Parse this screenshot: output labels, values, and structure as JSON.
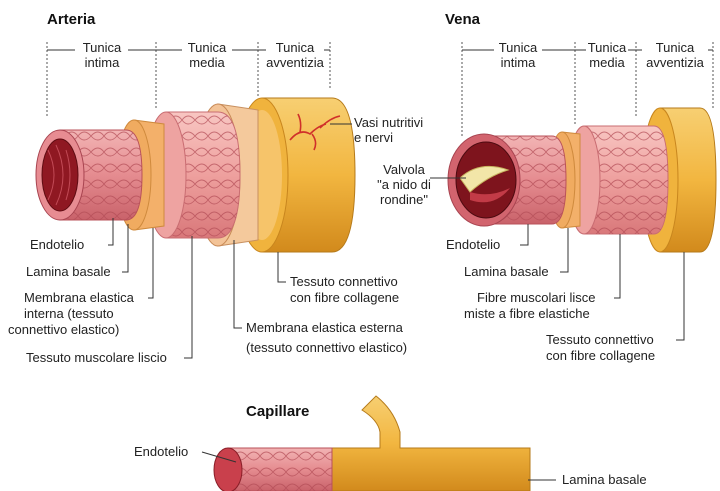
{
  "artery": {
    "title": "Arteria",
    "tunica": {
      "intima": [
        "Tunica",
        "intima"
      ],
      "media": [
        "Tunica",
        "media"
      ],
      "avventizia": [
        "Tunica",
        "avventizia"
      ]
    },
    "labels": {
      "vasi": [
        "Vasi nutritivi",
        "e nervi"
      ],
      "endotelio": "Endotelio",
      "lamina": "Lamina basale",
      "membrana_interna": [
        "Membrana elastica",
        "interna (tessuto",
        "connettivo elastico)"
      ],
      "muscolare": "Tessuto muscolare liscio",
      "connettivo": [
        "Tessuto connettivo",
        "con fibre collagene"
      ],
      "membrana_esterna": [
        "Membrana elastica esterna",
        "(tessuto connettivo elastico)"
      ]
    }
  },
  "vein": {
    "title": "Vena",
    "tunica": {
      "intima": [
        "Tunica",
        "intima"
      ],
      "media": [
        "Tunica",
        "media"
      ],
      "avventizia": [
        "Tunica",
        "avventizia"
      ]
    },
    "labels": {
      "valvola": [
        "Valvola",
        "\"a nido di",
        "rondine\""
      ],
      "endotelio": "Endotelio",
      "lamina": "Lamina basale",
      "fibre": [
        "Fibre muscolari lisce",
        "miste a fibre elastiche"
      ],
      "connettivo": [
        "Tessuto connettivo",
        "con fibre collagene"
      ]
    }
  },
  "capillary": {
    "title": "Capillare",
    "labels": {
      "endotelio": "Endotelio",
      "lamina": "Lamina basale"
    }
  },
  "colors": {
    "adventitia": "#f2b640",
    "adventitia_dark": "#d98e1e",
    "media": "#f0a3a3",
    "intima": "#e57e86",
    "lumen": "#8f1822"
  }
}
